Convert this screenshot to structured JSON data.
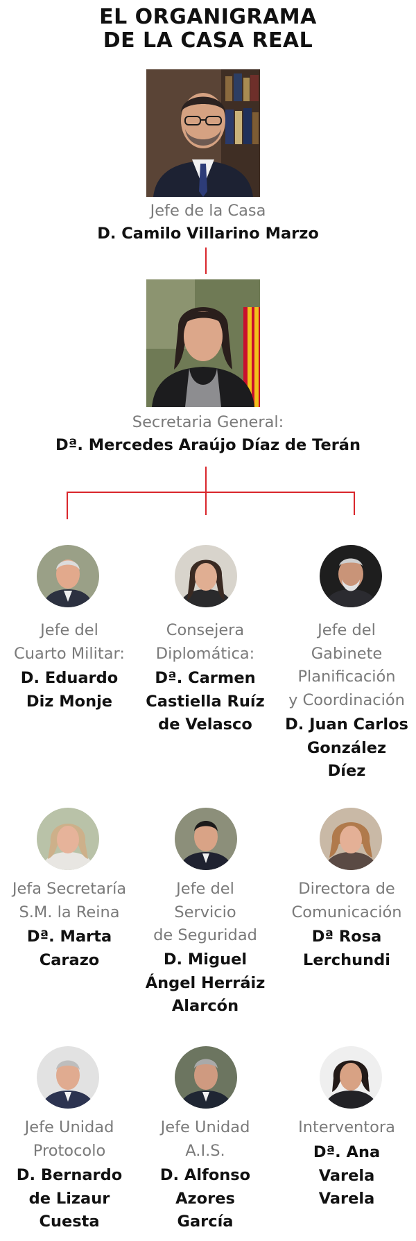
{
  "title": [
    "EL ORGANIGRAMA",
    "DE LA CASA REAL"
  ],
  "head": {
    "role": [
      "Jefe de la Casa"
    ],
    "name": [
      "D. Camilo Villarino Marzo"
    ],
    "photo": "portrait-man-glasses"
  },
  "secretary": {
    "role": [
      "Secretaria General:"
    ],
    "name": [
      "Dª. Mercedes Araújo Díaz de Terán"
    ],
    "photo": "portrait-woman-dark-hair"
  },
  "colors": {
    "connector": "#d9262c",
    "role_text": "#7a7a7a",
    "name_text": "#111111"
  },
  "members": [
    {
      "role": [
        "Jefe del",
        "Cuarto Militar:"
      ],
      "name": [
        "D. Eduardo",
        "Diz Monje"
      ]
    },
    {
      "role": [
        "Consejera",
        "Diplomática:"
      ],
      "name": [
        "Dª. Carmen",
        "Castiella Ruíz",
        "de Velasco"
      ]
    },
    {
      "role": [
        "Jefe del",
        "Gabinete",
        "Planificación",
        "y Coordinación"
      ],
      "name": [
        "D. Juan Carlos",
        "González",
        "Díez"
      ]
    },
    {
      "role": [
        "Jefa Secretaría",
        "S.M. la Reina"
      ],
      "name": [
        "Dª. Marta",
        "Carazo"
      ]
    },
    {
      "role": [
        "Jefe del",
        "Servicio",
        "de Seguridad"
      ],
      "name": [
        "D. Miguel",
        "Ángel Herráiz",
        "Alarcón"
      ]
    },
    {
      "role": [
        "Directora de",
        "Comunicación"
      ],
      "name": [
        "Dª Rosa",
        "Lerchundi"
      ]
    },
    {
      "role": [
        "Jefe Unidad",
        "Protocolo"
      ],
      "name": [
        "D. Bernardo",
        "de Lizaur",
        "Cuesta"
      ]
    },
    {
      "role": [
        "Jefe Unidad",
        "A.I.S."
      ],
      "name": [
        "D. Alfonso",
        "Azores",
        "García"
      ]
    },
    {
      "role": [
        "Interventora"
      ],
      "name": [
        "Dª. Ana",
        "Varela",
        "Varela"
      ]
    }
  ]
}
